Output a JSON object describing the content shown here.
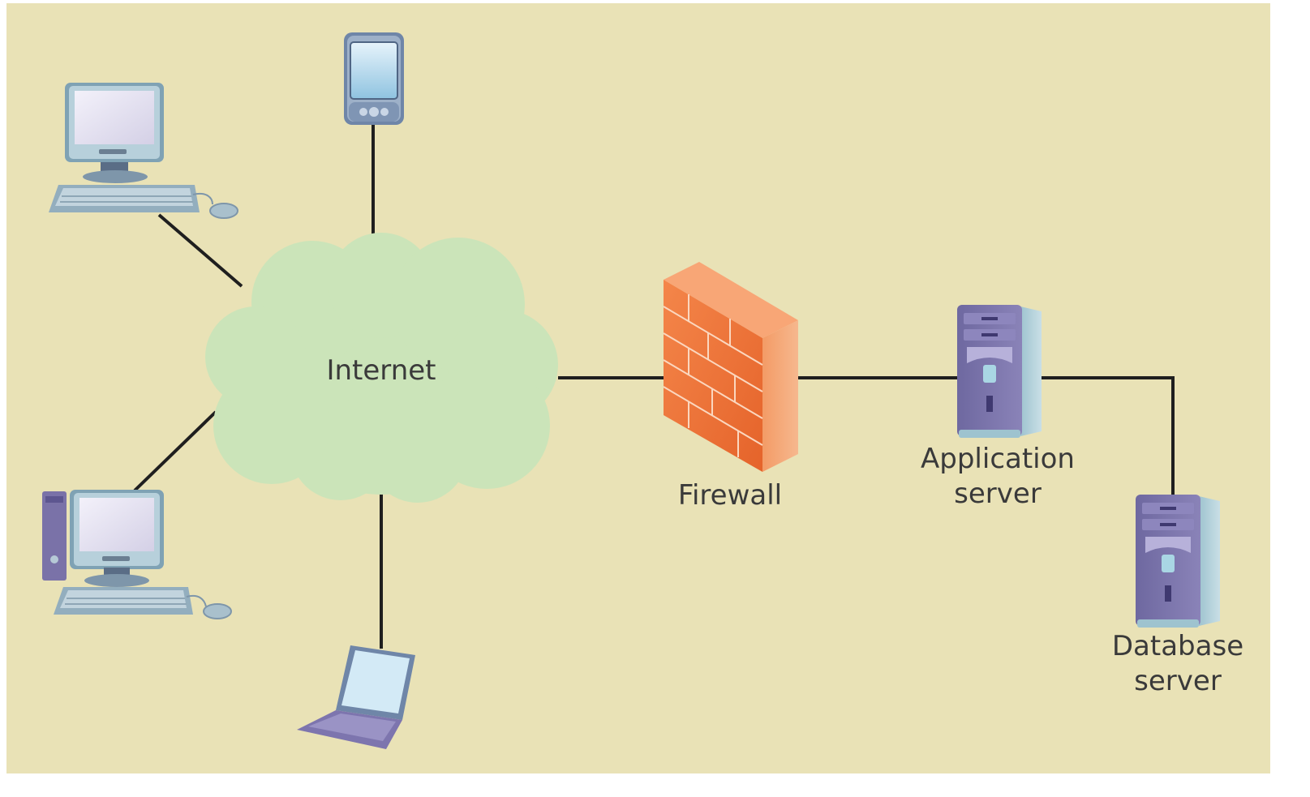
{
  "diagram": {
    "background_color": "#e9e2b6",
    "cloud_color": "#cbe4b9",
    "firewall_color": "#f07a3e",
    "server_color": "#7f78ad",
    "line_color": "#1f1f1f",
    "nodes": {
      "internet": "Internet",
      "firewall": "Firewall",
      "application_server": [
        "Application",
        "server"
      ],
      "database_server": [
        "Database",
        "server"
      ]
    }
  }
}
